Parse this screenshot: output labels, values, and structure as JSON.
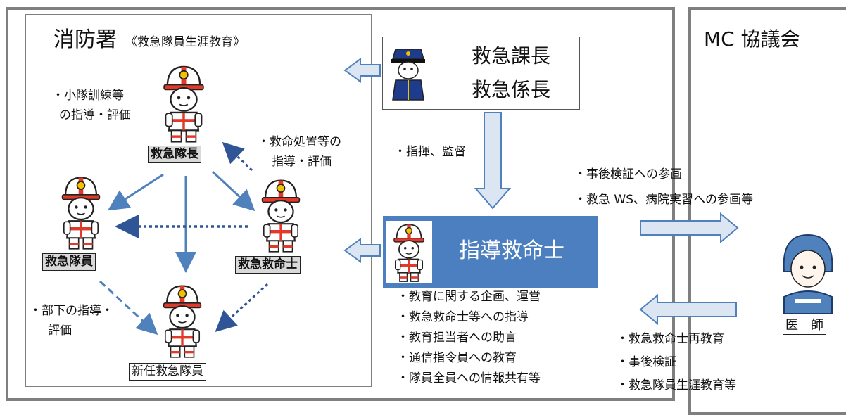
{
  "fire_station": {
    "title": "消防署",
    "subtitle": "《救急隊員生涯教育》"
  },
  "mc_council": {
    "title": "MC 協議会"
  },
  "chiefs": {
    "line1": "救急課長",
    "line2": "救急係長"
  },
  "instructor": {
    "title": "指導救命士"
  },
  "roles": {
    "captain": "救急隊長",
    "member": "救急隊員",
    "paramedic": "救急救命士",
    "new_member": "新任救急隊員",
    "doctor": "医　師"
  },
  "notes": {
    "captain_line1": "・小隊訓練等",
    "captain_line2": "の指導・評価",
    "paramedic_line1": "・救命処置等の",
    "paramedic_line2": "指導・評価",
    "member_line1": "・部下の指導・",
    "member_line2": "評価",
    "command": "・指揮、監督",
    "mc_up1": "・事後検証への参画",
    "mc_up2": "・救急 WS、病院実習への参画等"
  },
  "instructor_duties": [
    "・教育に関する企画、運営",
    "・救急救命士等への指導",
    "・教育担当者への助言",
    "・通信指令員への教育",
    "・隊員全員への情報共有等"
  ],
  "doctor_duties": [
    "・救急救命士再教育",
    "・事後検証",
    "・救急隊員生涯教育等"
  ],
  "icons": {
    "firefighter": "firefighter-icon",
    "officer": "officer-icon",
    "doctor": "doctor-icon"
  },
  "colors": {
    "arrow_blue": "#4f81bd",
    "arrow_fill": "#dce6f2",
    "box_blue": "#4c7fc0",
    "helmet_red": "#e23a2a",
    "helmet_yellow": "#f2c200"
  }
}
